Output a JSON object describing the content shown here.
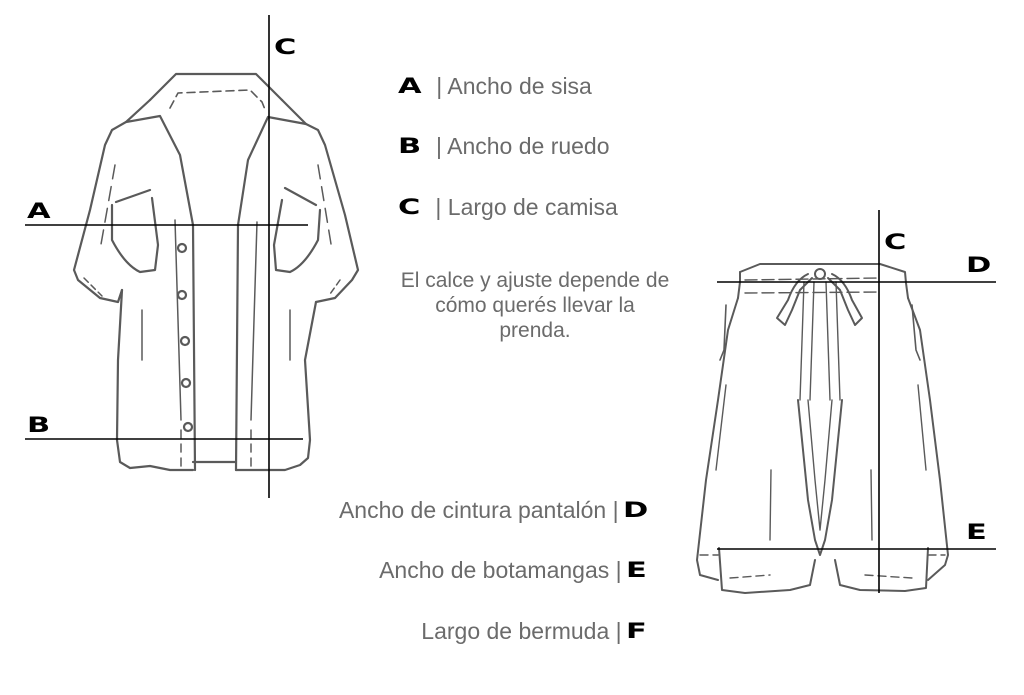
{
  "shirt": {
    "markers": {
      "a": "A",
      "b": "B",
      "c": "C"
    },
    "legend": [
      {
        "letter": "A",
        "label": "| Ancho de sisa"
      },
      {
        "letter": "B",
        "label": "| Ancho de ruedo"
      },
      {
        "letter": "C",
        "label": "| Largo de camisa"
      }
    ]
  },
  "note": "El calce y ajuste depende de cómo querés llevar la prenda.",
  "shorts": {
    "markers": {
      "c": "C",
      "d": "D",
      "e": "E"
    },
    "legend": [
      {
        "letter": "D",
        "label": "Ancho de cintura pantalón |"
      },
      {
        "letter": "E",
        "label": "Ancho de botamangas |"
      },
      {
        "letter": "F",
        "label": "Largo de bermuda |"
      }
    ]
  },
  "colors": {
    "sketch": "#5a5a5a",
    "line": "#000000",
    "text": "#6b6b6b"
  }
}
